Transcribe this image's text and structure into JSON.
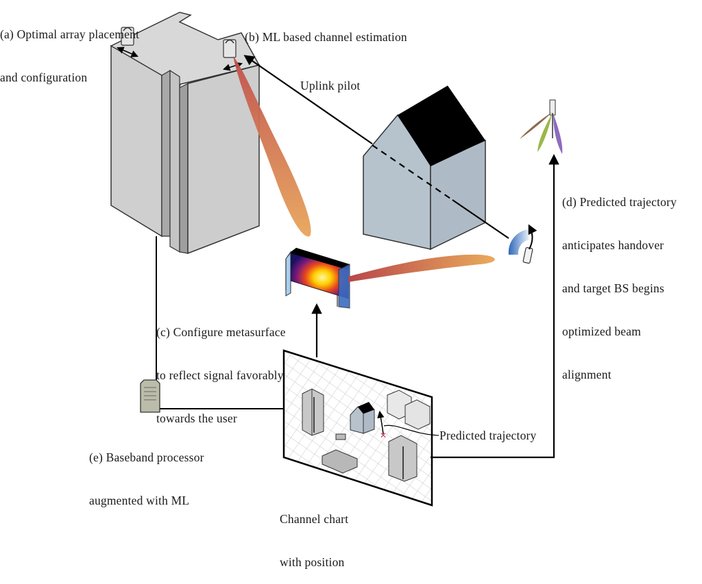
{
  "labels": {
    "a": [
      "(a) Optimal array placement",
      "and configuration"
    ],
    "b": "(b) ML based channel estimation",
    "uplink": "Uplink pilot",
    "c": [
      "(c) Configure metasurface",
      "to reflect signal favorably",
      "towards the user"
    ],
    "d": [
      "(d) Predicted trajectory",
      "anticipates handover",
      "and target BS begins",
      "optimized beam",
      "alignment"
    ],
    "e": [
      "(e) Baseband processor",
      "augmented with ML"
    ],
    "trajectory": "Predicted trajectory",
    "chart": [
      "Channel chart",
      "with position"
    ]
  },
  "colors": {
    "building_light": "#d2d2d2",
    "building_dark": "#b4b4b4",
    "house_wall": "#b5c2cc",
    "roof": "#000000",
    "beam_start": "#c0504d",
    "beam_end": "#e8a55a",
    "ue_arc": "#3d78c4",
    "target_beams": [
      "#8b6a50",
      "#9ab84a",
      "#8d6bbf"
    ],
    "trajectory_marker": "#d43a5a"
  }
}
